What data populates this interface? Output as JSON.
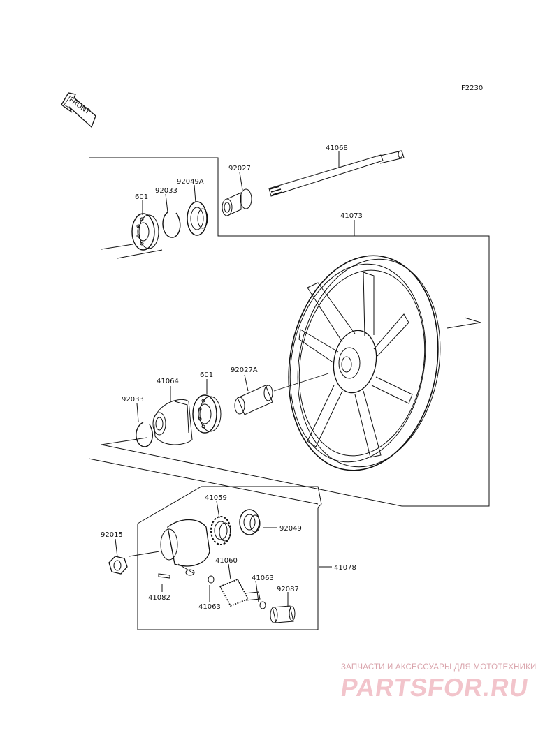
{
  "diagram": {
    "code": "F2230",
    "front_label": "FRONT",
    "parts": {
      "p41068": "41068",
      "p92027": "92027",
      "p92049A": "92049A",
      "p92033_top": "92033",
      "p601_top": "601",
      "p41073": "41073",
      "p41064": "41064",
      "p601_mid": "601",
      "p92027A": "92027A",
      "p92033_mid": "92033",
      "p41059": "41059",
      "p92049": "92049",
      "p92015": "92015",
      "p41060": "41060",
      "p41063_right": "41063",
      "p41078": "41078",
      "p92087": "92087",
      "p41082": "41082",
      "p41063_left": "41063"
    }
  },
  "watermark": {
    "tagline": "ЗАПЧАСТИ И АКСЕССУАРЫ ДЛЯ МОТОТЕХНИКИ",
    "brand": "PARTSFOR.RU"
  }
}
